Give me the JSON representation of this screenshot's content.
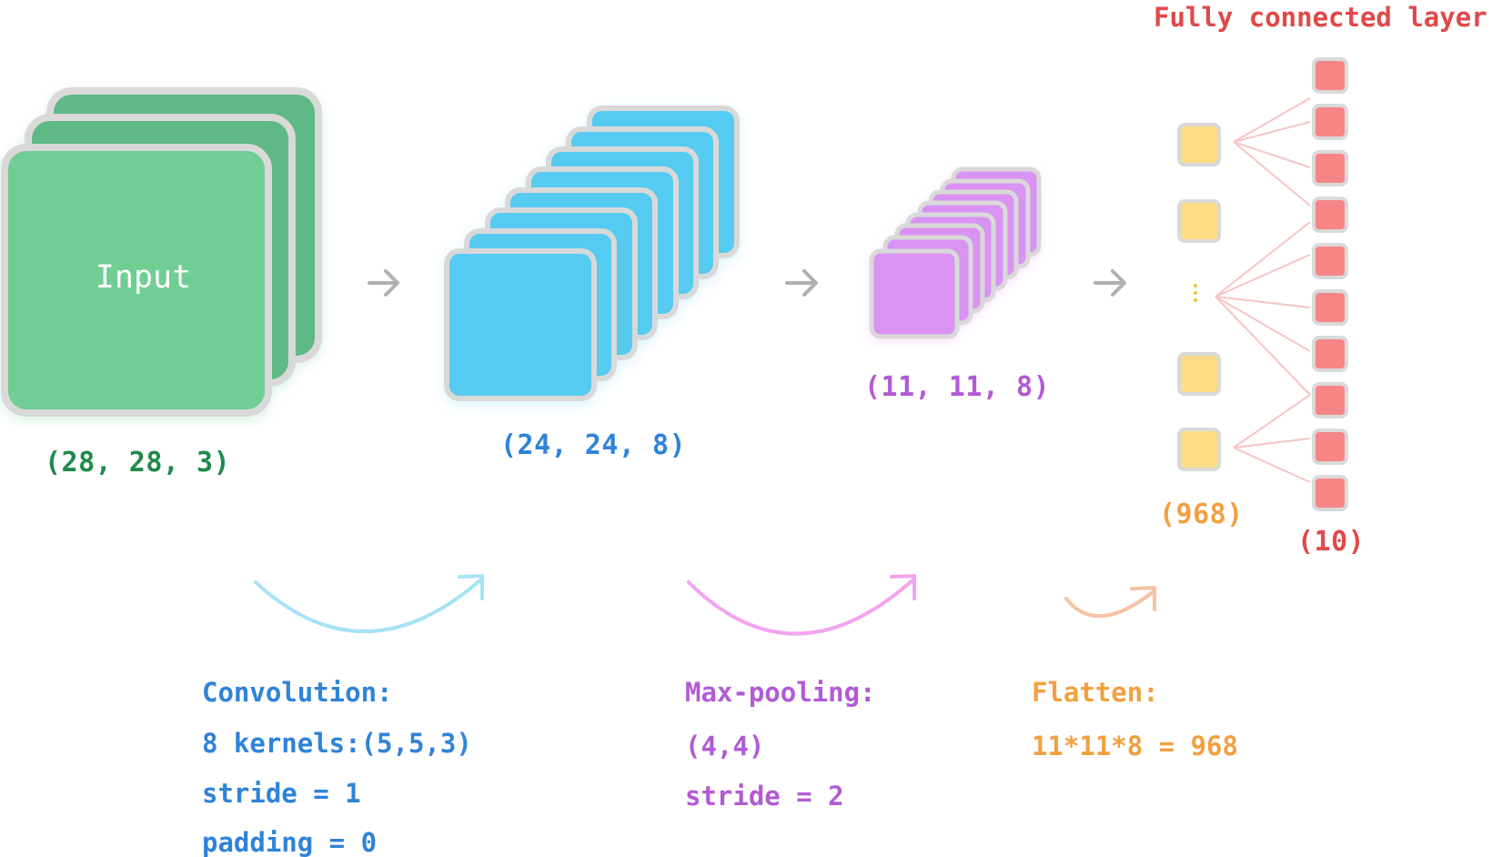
{
  "colors": {
    "input_fill": "#6fcd94",
    "input_fill_back": "#5fb985",
    "input_text": "#1f8a4a",
    "conv_fill": "#56cbf1",
    "conv_text": "#2f83d9",
    "pool_fill": "#d993f3",
    "pool_text": "#b35ad6",
    "flatten_fill": "#fddc85",
    "flatten_text": "#f1a040",
    "fc_fill": "#f78585",
    "fc_text": "#e04949",
    "frame": "#d9d9d9",
    "arrow": "#b0b0b0",
    "curve_conv": "#a8e2f6",
    "curve_pool": "#f3a4f0",
    "curve_flatten": "#f6c2a4",
    "edge": "#f7c4c4"
  },
  "fully_connected": {
    "title": "Fully connected layer"
  },
  "input": {
    "label": "Input",
    "shape": "(28, 28, 3)",
    "stack_count": 3
  },
  "conv_output": {
    "shape": "(24, 24, 8)",
    "stack_count": 8
  },
  "pool_output": {
    "shape": "(11, 11, 8)",
    "stack_count": 8
  },
  "flatten_output": {
    "shape": "(968)"
  },
  "fc_output": {
    "shape": "(10)",
    "node_count": 10
  },
  "steps": {
    "convolution": {
      "heading": "Convolution:",
      "lines": [
        "8 kernels:(5,5,3)",
        "stride = 1",
        "padding = 0"
      ]
    },
    "max_pooling": {
      "heading": "Max-pooling:",
      "lines": [
        "(4,4)",
        "stride = 2"
      ]
    },
    "flatten": {
      "heading": "Flatten:",
      "lines": [
        "11*11*8 = 968"
      ]
    }
  },
  "icons": {
    "stage_arrow": "right-arrow-icon",
    "transition_curve": "curved-arrow-icon",
    "ellipsis": "vertical-ellipsis-icon"
  }
}
